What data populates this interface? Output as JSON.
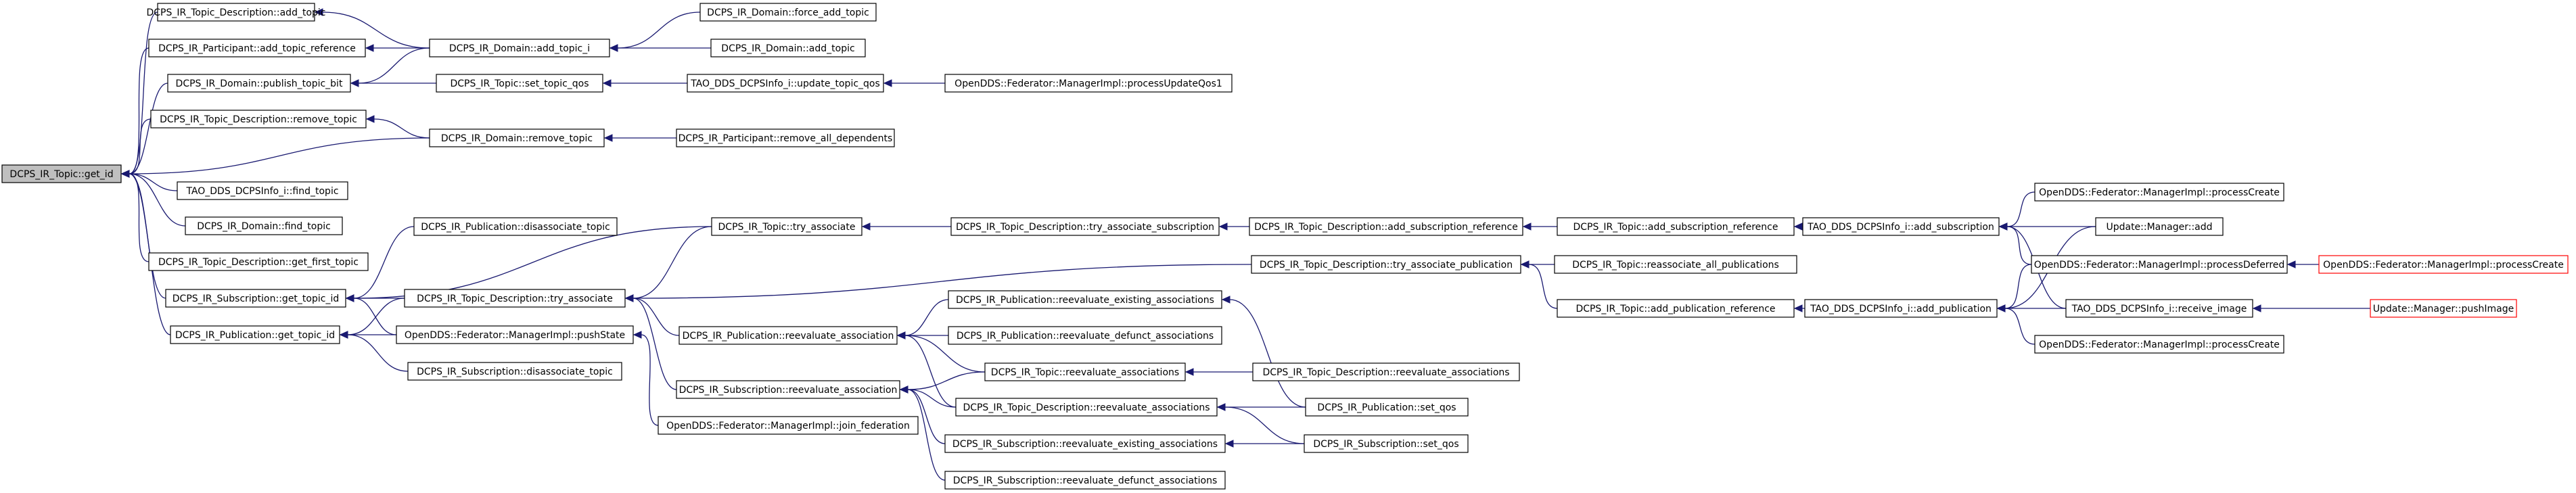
{
  "graph": {
    "root": "DCPS_IR_Topic::get_id",
    "nodes": [
      {
        "id": "n_getid",
        "label": "DCPS_IR_Topic::get_id",
        "root": true
      },
      {
        "id": "n_tdadd",
        "label": "DCPS_IR_Topic_Description::add_topic"
      },
      {
        "id": "n_partadd",
        "label": "DCPS_IR_Participant::add_topic_reference"
      },
      {
        "id": "n_pubbit",
        "label": "DCPS_IR_Domain::publish_topic_bit"
      },
      {
        "id": "n_tdrem",
        "label": "DCPS_IR_Topic_Description::remove_topic"
      },
      {
        "id": "n_findtopic",
        "label": "TAO_DDS_DCPSInfo_i::find_topic"
      },
      {
        "id": "n_domfind",
        "label": "DCPS_IR_Domain::find_topic"
      },
      {
        "id": "n_getfirst",
        "label": "DCPS_IR_Topic_Description::get_first_topic"
      },
      {
        "id": "n_subgt",
        "label": "DCPS_IR_Subscription::get_topic_id"
      },
      {
        "id": "n_pubgt",
        "label": "DCPS_IR_Publication::get_topic_id"
      },
      {
        "id": "n_domaddi",
        "label": "DCPS_IR_Domain::add_topic_i"
      },
      {
        "id": "n_settq",
        "label": "DCPS_IR_Topic::set_topic_qos"
      },
      {
        "id": "n_domrem",
        "label": "DCPS_IR_Domain::remove_topic"
      },
      {
        "id": "n_pubdis",
        "label": "DCPS_IR_Publication::disassociate_topic"
      },
      {
        "id": "n_tdtry",
        "label": "DCPS_IR_Topic_Description::try_associate"
      },
      {
        "id": "n_push",
        "label": "OpenDDS::Federator::ManagerImpl::pushState"
      },
      {
        "id": "n_subdis",
        "label": "DCPS_IR_Subscription::disassociate_topic"
      },
      {
        "id": "n_forceadd",
        "label": "DCPS_IR_Domain::force_add_topic"
      },
      {
        "id": "n_domadd",
        "label": "DCPS_IR_Domain::add_topic"
      },
      {
        "id": "n_updq",
        "label": "TAO_DDS_DCPSInfo_i::update_topic_qos"
      },
      {
        "id": "n_remdep",
        "label": "DCPS_IR_Participant::remove_all_dependents"
      },
      {
        "id": "n_topictry",
        "label": "DCPS_IR_Topic::try_associate"
      },
      {
        "id": "n_pubreeval",
        "label": "DCPS_IR_Publication::reevaluate_association"
      },
      {
        "id": "n_subreeval",
        "label": "DCPS_IR_Subscription::reevaluate_association"
      },
      {
        "id": "n_join",
        "label": "OpenDDS::Federator::ManagerImpl::join_federation"
      },
      {
        "id": "n_procupd",
        "label": "OpenDDS::Federator::ManagerImpl::processUpdateQos1"
      },
      {
        "id": "n_tdtrysub",
        "label": "DCPS_IR_Topic_Description::try_associate_subscription"
      },
      {
        "id": "n_pubreex",
        "label": "DCPS_IR_Publication::reevaluate_existing_associations"
      },
      {
        "id": "n_pubredef",
        "label": "DCPS_IR_Publication::reevaluate_defunct_associations"
      },
      {
        "id": "n_topicreeval",
        "label": "DCPS_IR_Topic::reevaluate_associations"
      },
      {
        "id": "n_tdreeval",
        "label": "DCPS_IR_Topic_Description::reevaluate_associations"
      },
      {
        "id": "n_subreex",
        "label": "DCPS_IR_Subscription::reevaluate_existing_associations"
      },
      {
        "id": "n_subredef",
        "label": "DCPS_IR_Subscription::reevaluate_defunct_associations"
      },
      {
        "id": "n_tdaddsub",
        "label": "DCPS_IR_Topic_Description::add_subscription_reference"
      },
      {
        "id": "n_tdtrypub",
        "label": "DCPS_IR_Topic_Description::try_associate_publication"
      },
      {
        "id": "n_td_reeval2",
        "label": "DCPS_IR_Topic_Description::reevaluate_associations"
      },
      {
        "id": "n_pubsetq",
        "label": "DCPS_IR_Publication::set_qos"
      },
      {
        "id": "n_subsetq",
        "label": "DCPS_IR_Subscription::set_qos"
      },
      {
        "id": "n_topicaddsub",
        "label": "DCPS_IR_Topic::add_subscription_reference"
      },
      {
        "id": "n_reassoc",
        "label": "DCPS_IR_Topic::reassociate_all_publications"
      },
      {
        "id": "n_topicaddpub",
        "label": "DCPS_IR_Topic::add_publication_reference"
      },
      {
        "id": "n_infoaddsub",
        "label": "TAO_DDS_DCPSInfo_i::add_subscription"
      },
      {
        "id": "n_infoaddpub",
        "label": "TAO_DDS_DCPSInfo_i::add_publication"
      },
      {
        "id": "n_proccreate1",
        "label": "OpenDDS::Federator::ManagerImpl::processCreate"
      },
      {
        "id": "n_mgradd",
        "label": "Update::Manager::add"
      },
      {
        "id": "n_procdef",
        "label": "OpenDDS::Federator::ManagerImpl::processDeferred"
      },
      {
        "id": "n_recvimg",
        "label": "TAO_DDS_DCPSInfo_i::receive_image"
      },
      {
        "id": "n_proccreate2",
        "label": "OpenDDS::Federator::ManagerImpl::processCreate"
      },
      {
        "id": "n_proccreate_r",
        "label": "OpenDDS::Federator::ManagerImpl::processCreate",
        "truncated": true
      },
      {
        "id": "n_pushimg",
        "label": "Update::Manager::pushImage",
        "truncated": true
      }
    ],
    "edges": [
      [
        "n_tdadd",
        "n_getid"
      ],
      [
        "n_partadd",
        "n_getid"
      ],
      [
        "n_pubbit",
        "n_getid"
      ],
      [
        "n_tdrem",
        "n_getid"
      ],
      [
        "n_domrem",
        "n_getid"
      ],
      [
        "n_findtopic",
        "n_getid"
      ],
      [
        "n_domfind",
        "n_getid"
      ],
      [
        "n_getfirst",
        "n_getid"
      ],
      [
        "n_subgt",
        "n_getid"
      ],
      [
        "n_pubgt",
        "n_getid"
      ],
      [
        "n_domaddi",
        "n_tdadd"
      ],
      [
        "n_domaddi",
        "n_partadd"
      ],
      [
        "n_domaddi",
        "n_pubbit"
      ],
      [
        "n_settq",
        "n_pubbit"
      ],
      [
        "n_domrem",
        "n_tdrem"
      ],
      [
        "n_forceadd",
        "n_domaddi"
      ],
      [
        "n_domadd",
        "n_domaddi"
      ],
      [
        "n_updq",
        "n_settq"
      ],
      [
        "n_procupd",
        "n_updq"
      ],
      [
        "n_remdep",
        "n_domrem"
      ],
      [
        "n_pubdis",
        "n_subgt"
      ],
      [
        "n_tdtry",
        "n_subgt"
      ],
      [
        "n_push",
        "n_subgt"
      ],
      [
        "n_topictry",
        "n_subgt"
      ],
      [
        "n_tdtry",
        "n_pubgt"
      ],
      [
        "n_push",
        "n_pubgt"
      ],
      [
        "n_subdis",
        "n_pubgt"
      ],
      [
        "n_topictry",
        "n_tdtry"
      ],
      [
        "n_tdtrypub",
        "n_tdtry"
      ],
      [
        "n_pubreeval",
        "n_tdtry"
      ],
      [
        "n_subreeval",
        "n_tdtry"
      ],
      [
        "n_join",
        "n_push"
      ],
      [
        "n_tdtrysub",
        "n_topictry"
      ],
      [
        "n_tdaddsub",
        "n_tdtrysub"
      ],
      [
        "n_topicaddsub",
        "n_tdaddsub"
      ],
      [
        "n_infoaddsub",
        "n_topicaddsub"
      ],
      [
        "n_proccreate1",
        "n_infoaddsub"
      ],
      [
        "n_mgradd",
        "n_infoaddsub"
      ],
      [
        "n_procdef",
        "n_infoaddsub"
      ],
      [
        "n_recvimg",
        "n_infoaddsub"
      ],
      [
        "n_reassoc",
        "n_tdtrypub"
      ],
      [
        "n_topicaddpub",
        "n_tdtrypub"
      ],
      [
        "n_infoaddpub",
        "n_topicaddpub"
      ],
      [
        "n_mgradd",
        "n_infoaddpub"
      ],
      [
        "n_procdef",
        "n_infoaddpub"
      ],
      [
        "n_recvimg",
        "n_infoaddpub"
      ],
      [
        "n_proccreate2",
        "n_infoaddpub"
      ],
      [
        "n_proccreate_r",
        "n_procdef"
      ],
      [
        "n_pushimg",
        "n_recvimg"
      ],
      [
        "n_pubreex",
        "n_pubreeval"
      ],
      [
        "n_pubredef",
        "n_pubreeval"
      ],
      [
        "n_topicreeval",
        "n_pubreeval"
      ],
      [
        "n_tdreeval",
        "n_pubreeval"
      ],
      [
        "n_topicreeval",
        "n_subreeval"
      ],
      [
        "n_tdreeval",
        "n_subreeval"
      ],
      [
        "n_subreex",
        "n_subreeval"
      ],
      [
        "n_subredef",
        "n_subreeval"
      ],
      [
        "n_td_reeval2",
        "n_topicreeval"
      ],
      [
        "n_pubsetq",
        "n_pubreex"
      ],
      [
        "n_pubsetq",
        "n_tdreeval"
      ],
      [
        "n_subsetq",
        "n_subreex"
      ],
      [
        "n_subsetq",
        "n_tdreeval"
      ]
    ],
    "colors": {
      "edge": "#191970",
      "root_fill": "#bfbfbf",
      "node_border": "#000000",
      "truncated_border": "#ff0000"
    }
  }
}
